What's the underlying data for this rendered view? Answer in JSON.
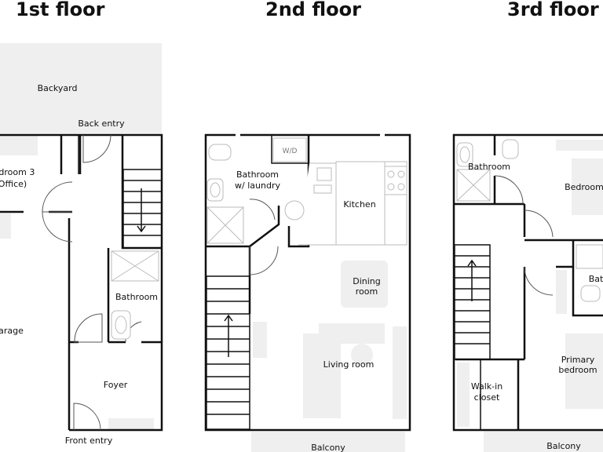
{
  "floors": [
    {
      "title": "1st floor",
      "rooms": [
        "Backyard",
        "Back entry",
        "edroom 3",
        "Office)",
        "Bathroom",
        "arage",
        "Foyer",
        "Front entry"
      ]
    },
    {
      "title": "2nd floor",
      "rooms": [
        "W/D",
        "Bathroom",
        "w/ laundry",
        "Kitchen",
        "Dining",
        "room",
        "Living room",
        "Balcony"
      ]
    },
    {
      "title": "3rd floor",
      "rooms": [
        "Bathroom",
        "Bedroom",
        "Bat",
        "Primary",
        "bedroom",
        "Walk-in",
        "closet",
        "Balcony"
      ]
    }
  ]
}
